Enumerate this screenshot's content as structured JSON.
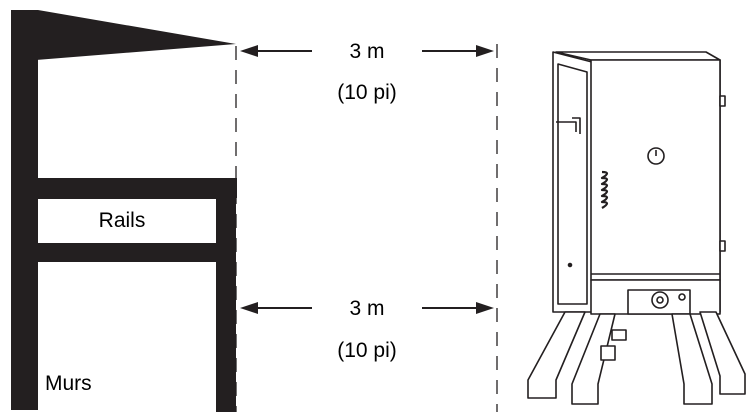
{
  "structure": {
    "rails_label": "Rails",
    "walls_label": "Murs"
  },
  "clearance": {
    "top": {
      "metric": "3 m",
      "imperial": "(10 pi)"
    },
    "bottom": {
      "metric": "3 m",
      "imperial": "(10 pi)"
    }
  },
  "colors": {
    "ink": "#231f20",
    "background": "#ffffff"
  }
}
